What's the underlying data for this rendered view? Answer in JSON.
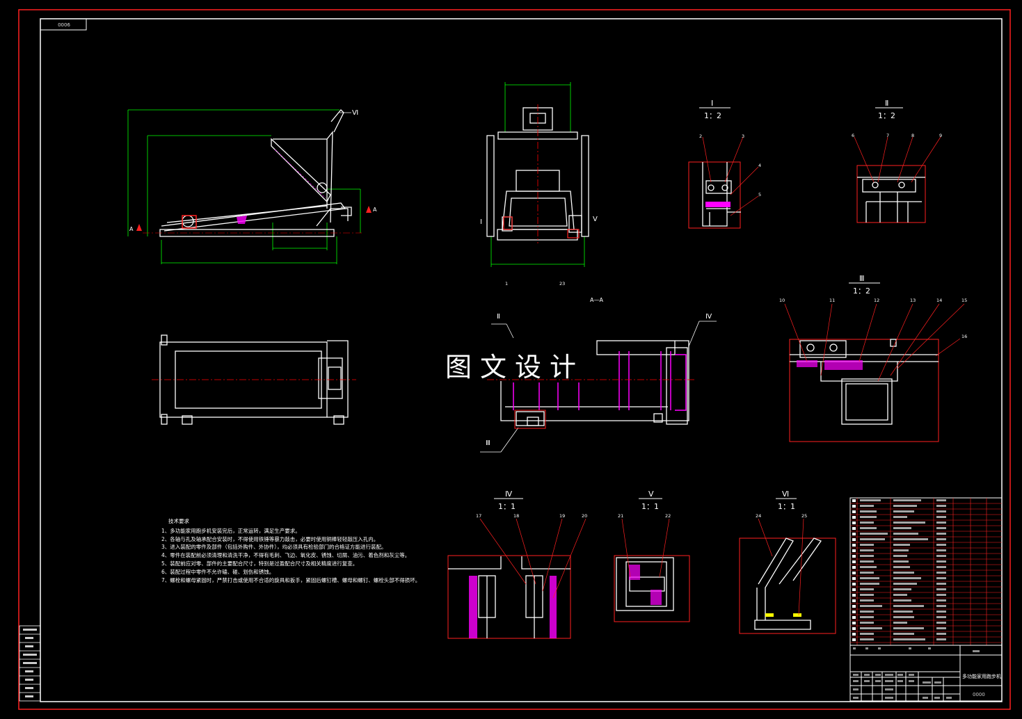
{
  "drawing_number": "0006",
  "watermark": "图文设计",
  "title_block": {
    "title": "多功能家用跑步机",
    "number": "0000"
  },
  "tech_requirements": {
    "title": "技术要求",
    "items": [
      "1、多功能家用跑步机安装完后，正常运转，满足生产要求。",
      "2、各轴与孔及轴承配合安装时，不得使用铁锤等暴力敲击，必要时使用铜棒轻轻敲压入孔内。",
      "3、进入装配的零件及部件（包括外购件、外协件），均必须具有检验部门的合格证方能进行装配。",
      "4、零件在装配前必须清理和清洗干净，不得有毛刺、飞边、氧化皮、锈蚀、切屑、油污、着色剂和灰尘等。",
      "5、装配前应对零、部件的主要配合尺寸，特别是过盈配合尺寸及相关精度进行复查。",
      "6、装配过程中零件不允许磕、碰、划伤和锈蚀。",
      "7、螺栓和螺母紧固时，严禁打击或使用不合适的旋具和扳手，紧固后螺钉槽、螺母和螺钉、螺栓头部不得损坏。"
    ]
  },
  "views": {
    "section_aa": "A—A",
    "marker_a": "A",
    "detail_1": {
      "roman": "Ⅰ",
      "scale": "1：2"
    },
    "detail_2": {
      "roman": "Ⅱ",
      "scale": "1：2"
    },
    "detail_3": {
      "roman": "Ⅲ",
      "scale": "1：2"
    },
    "detail_4": {
      "roman": "Ⅳ",
      "scale": "1：1"
    },
    "detail_5": {
      "roman": "Ⅴ",
      "scale": "1：1"
    },
    "detail_6": {
      "roman": "Ⅵ",
      "scale": "1：1"
    },
    "callout_i": "Ⅰ",
    "callout_ii": "Ⅱ",
    "callout_iii": "Ⅲ",
    "callout_iv": "Ⅳ",
    "callout_v": "Ⅴ",
    "callout_vi": "Ⅵ"
  },
  "balloons": [
    "1",
    "2",
    "3",
    "4",
    "5",
    "6",
    "7",
    "8",
    "9",
    "10",
    "11",
    "12",
    "13",
    "14",
    "15",
    "16",
    "17",
    "18",
    "19",
    "20",
    "21",
    "22",
    "23",
    "24",
    "25"
  ],
  "colors": {
    "line": "#ffffff",
    "border": "#ff2020",
    "dim": "#00ff00",
    "hatch": "#ff00ff",
    "center": "#ff0000",
    "accent": "#ffff00"
  }
}
